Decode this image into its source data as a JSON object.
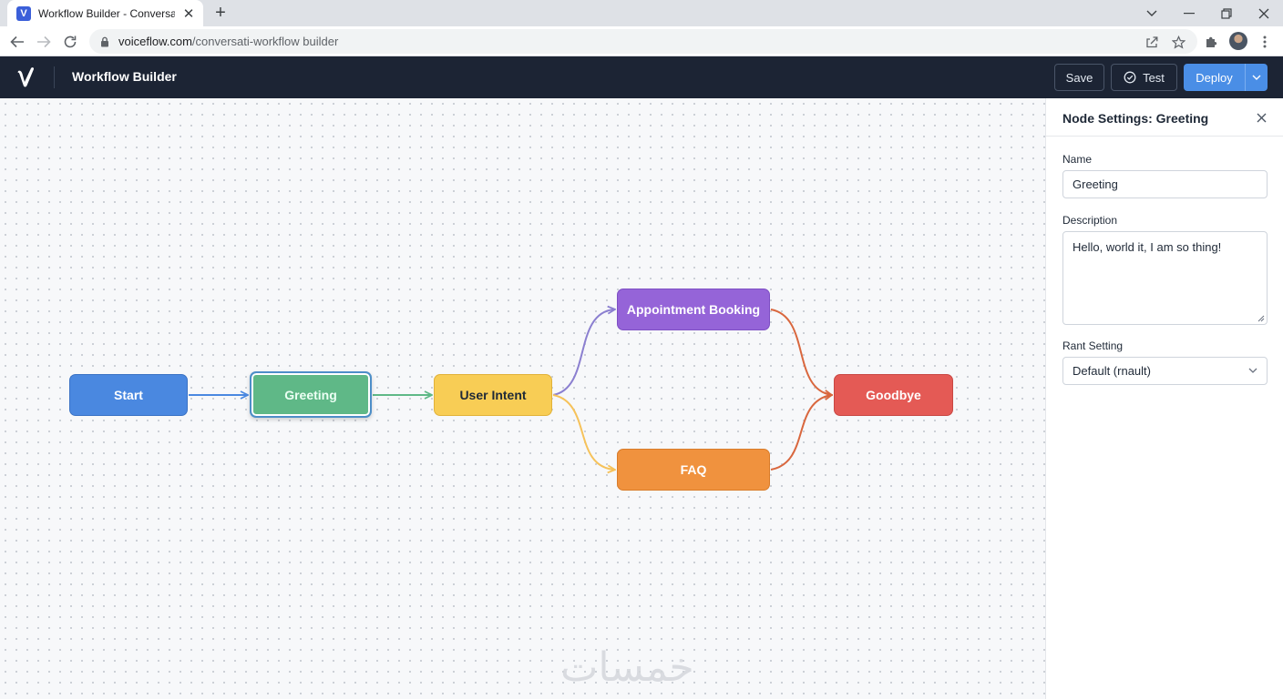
{
  "browser": {
    "tab_title": "Workflow Builder - Conversatio",
    "tab_favicon_letter": "V",
    "url_host": "voiceflow.com",
    "url_path": "/conversati-workflow builder",
    "icons": {
      "back": "arrow-left-icon",
      "forward": "arrow-right-icon",
      "reload": "reload-icon",
      "lock": "lock-icon",
      "share": "share-icon",
      "bookmark": "star-icon",
      "extensions": "puzzle-icon",
      "menu": "kebab-menu-icon"
    }
  },
  "header": {
    "title": "Workflow Builder",
    "save_label": "Save",
    "test_label": "Test",
    "deploy_label": "Deploy"
  },
  "workflow": {
    "nodes": [
      {
        "id": "start",
        "label": "Start",
        "color": "#4a88e0"
      },
      {
        "id": "greeting",
        "label": "Greeting",
        "color": "#5fb887",
        "selected": true
      },
      {
        "id": "user_intent",
        "label": "User Intent",
        "color": "#f8cd55"
      },
      {
        "id": "appointment_booking",
        "label": "Appointment Booking",
        "color": "#9564d8"
      },
      {
        "id": "faq",
        "label": "FAQ",
        "color": "#f0923e"
      },
      {
        "id": "goodbye",
        "label": "Goodbye",
        "color": "#e45a55"
      }
    ],
    "edges": [
      {
        "from": "start",
        "to": "greeting",
        "color": "#4a88e0"
      },
      {
        "from": "greeting",
        "to": "user_intent",
        "color": "#5fb887"
      },
      {
        "from": "user_intent",
        "to": "appointment_booking",
        "color": "#8b7fd0"
      },
      {
        "from": "user_intent",
        "to": "faq",
        "color": "#f6c25a"
      },
      {
        "from": "appointment_booking",
        "to": "goodbye",
        "color": "#d9673e"
      },
      {
        "from": "faq",
        "to": "goodbye",
        "color": "#d9673e"
      }
    ]
  },
  "settings": {
    "title": "Node Settings: Greeting",
    "name_label": "Name",
    "name_value": "Greeting",
    "description_label": "Description",
    "description_value": "Hello, world it, I am so thing!",
    "rant_label": "Rant Setting",
    "rant_value": "Default (rnault)"
  },
  "watermark": "خمسات"
}
